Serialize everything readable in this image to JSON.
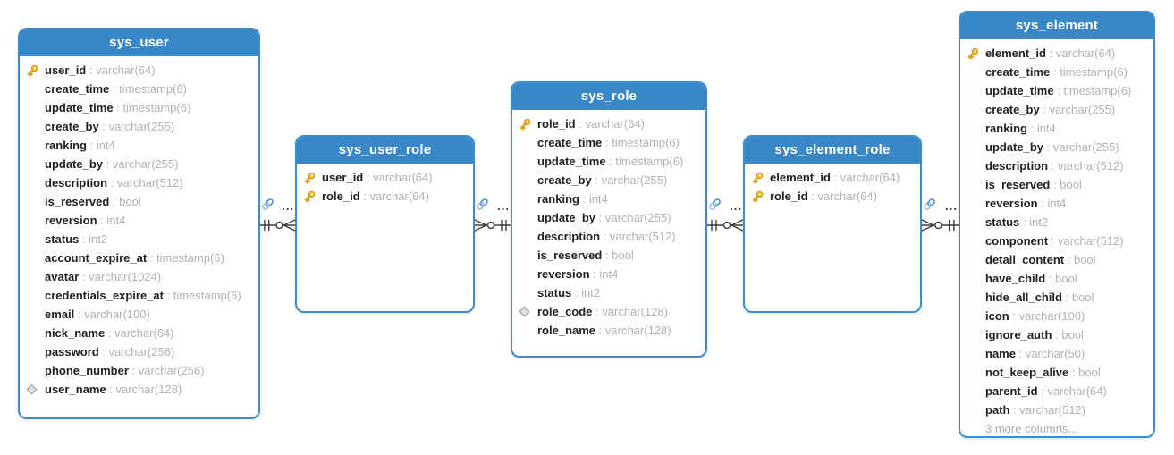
{
  "diagram": {
    "colors": {
      "header_blue": "#3a87c8",
      "border_blue": "#3f8ccb",
      "key_gold": "#f3b72e",
      "diamond_gray": "#9e9e9e",
      "column_name": "#1f1f1f",
      "column_type_gray": "#b1b1b1",
      "relation_line": "#3c3c3c",
      "link_icon_blue": "#4a90d9"
    },
    "tables": [
      {
        "name": "sys_user",
        "columns": [
          {
            "key": "key",
            "name": "user_id",
            "type": "varchar(64)"
          },
          {
            "key": "",
            "name": "create_time",
            "type": "timestamp(6)"
          },
          {
            "key": "",
            "name": "update_time",
            "type": "timestamp(6)"
          },
          {
            "key": "",
            "name": "create_by",
            "type": "varchar(255)"
          },
          {
            "key": "",
            "name": "ranking",
            "type": "int4"
          },
          {
            "key": "",
            "name": "update_by",
            "type": "varchar(255)"
          },
          {
            "key": "",
            "name": "description",
            "type": "varchar(512)"
          },
          {
            "key": "",
            "name": "is_reserved",
            "type": "bool"
          },
          {
            "key": "",
            "name": "reversion",
            "type": "int4"
          },
          {
            "key": "",
            "name": "status",
            "type": "int2"
          },
          {
            "key": "",
            "name": "account_expire_at",
            "type": "timestamp(6)"
          },
          {
            "key": "",
            "name": "avatar",
            "type": "varchar(1024)"
          },
          {
            "key": "",
            "name": "credentials_expire_at",
            "type": "timestamp(6)"
          },
          {
            "key": "",
            "name": "email",
            "type": "varchar(100)"
          },
          {
            "key": "",
            "name": "nick_name",
            "type": "varchar(64)"
          },
          {
            "key": "",
            "name": "password",
            "type": "varchar(256)"
          },
          {
            "key": "",
            "name": "phone_number",
            "type": "varchar(256)"
          },
          {
            "key": "diamond",
            "name": "user_name",
            "type": "varchar(128)"
          }
        ]
      },
      {
        "name": "sys_user_role",
        "columns": [
          {
            "key": "key",
            "name": "user_id",
            "type": "varchar(64)"
          },
          {
            "key": "key",
            "name": "role_id",
            "type": "varchar(64)"
          }
        ]
      },
      {
        "name": "sys_role",
        "columns": [
          {
            "key": "key",
            "name": "role_id",
            "type": "varchar(64)"
          },
          {
            "key": "",
            "name": "create_time",
            "type": "timestamp(6)"
          },
          {
            "key": "",
            "name": "update_time",
            "type": "timestamp(6)"
          },
          {
            "key": "",
            "name": "create_by",
            "type": "varchar(255)"
          },
          {
            "key": "",
            "name": "ranking",
            "type": "int4"
          },
          {
            "key": "",
            "name": "update_by",
            "type": "varchar(255)"
          },
          {
            "key": "",
            "name": "description",
            "type": "varchar(512)"
          },
          {
            "key": "",
            "name": "is_reserved",
            "type": "bool"
          },
          {
            "key": "",
            "name": "reversion",
            "type": "int4"
          },
          {
            "key": "",
            "name": "status",
            "type": "int2"
          },
          {
            "key": "diamond",
            "name": "role_code",
            "type": "varchar(128)"
          },
          {
            "key": "",
            "name": "role_name",
            "type": "varchar(128)"
          }
        ]
      },
      {
        "name": "sys_element_role",
        "columns": [
          {
            "key": "key",
            "name": "element_id",
            "type": "varchar(64)"
          },
          {
            "key": "key",
            "name": "role_id",
            "type": "varchar(64)"
          }
        ]
      },
      {
        "name": "sys_element",
        "columns": [
          {
            "key": "key",
            "name": "element_id",
            "type": "varchar(64)"
          },
          {
            "key": "",
            "name": "create_time",
            "type": "timestamp(6)"
          },
          {
            "key": "",
            "name": "update_time",
            "type": "timestamp(6)"
          },
          {
            "key": "",
            "name": "create_by",
            "type": "varchar(255)"
          },
          {
            "key": "",
            "name": "ranking",
            "type": "int4"
          },
          {
            "key": "",
            "name": "update_by",
            "type": "varchar(255)"
          },
          {
            "key": "",
            "name": "description",
            "type": "varchar(512)"
          },
          {
            "key": "",
            "name": "is_reserved",
            "type": "bool"
          },
          {
            "key": "",
            "name": "reversion",
            "type": "int4"
          },
          {
            "key": "",
            "name": "status",
            "type": "int2"
          },
          {
            "key": "",
            "name": "component",
            "type": "varchar(512)"
          },
          {
            "key": "",
            "name": "detail_content",
            "type": "bool"
          },
          {
            "key": "",
            "name": "have_child",
            "type": "bool"
          },
          {
            "key": "",
            "name": "hide_all_child",
            "type": "bool"
          },
          {
            "key": "",
            "name": "icon",
            "type": "varchar(100)"
          },
          {
            "key": "",
            "name": "ignore_auth",
            "type": "bool"
          },
          {
            "key": "",
            "name": "name",
            "type": "varchar(50)"
          },
          {
            "key": "",
            "name": "not_keep_alive",
            "type": "bool"
          },
          {
            "key": "",
            "name": "parent_id",
            "type": "varchar(64)"
          },
          {
            "key": "",
            "name": "path",
            "type": "varchar(512)"
          },
          {
            "more": "3 more columns..."
          }
        ]
      }
    ],
    "relations": [
      {
        "from": "sys_user",
        "to": "sys_user_role",
        "from_cardinality": "one",
        "to_cardinality": "zero-or-many",
        "dots": "..."
      },
      {
        "from": "sys_role",
        "to": "sys_user_role",
        "from_cardinality": "one",
        "to_cardinality": "zero-or-many",
        "dots": "..."
      },
      {
        "from": "sys_role",
        "to": "sys_element_role",
        "from_cardinality": "one",
        "to_cardinality": "zero-or-many",
        "dots": "..."
      },
      {
        "from": "sys_element",
        "to": "sys_element_role",
        "from_cardinality": "one",
        "to_cardinality": "zero-or-many",
        "dots": "..."
      }
    ]
  }
}
